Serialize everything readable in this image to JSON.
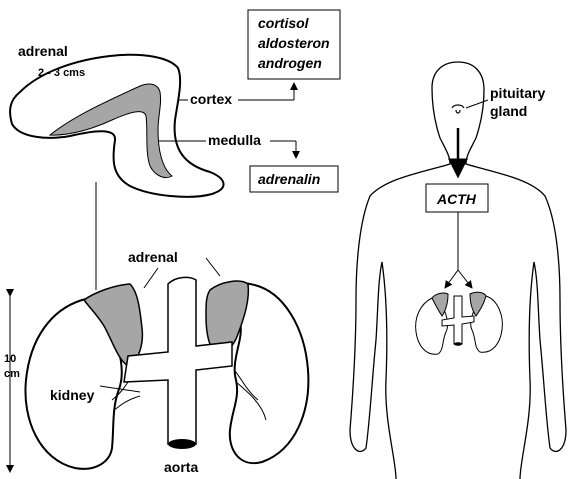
{
  "labels": {
    "adrenal_top": "adrenal",
    "size_adrenal": "2 - 3 cms",
    "cortex": "cortex",
    "medulla": "medulla",
    "adrenal_bottom": "adrenal",
    "kidney": "kidney",
    "aorta": "aorta",
    "height_value": "10",
    "height_unit": "cm",
    "pituitary_line1": "pituitary",
    "pituitary_line2": "gland"
  },
  "cortex_hormones": [
    "cortisol",
    "aldosteron",
    "androgen"
  ],
  "medulla_hormone": "adrenalin",
  "pituitary_hormone": "ACTH",
  "colors": {
    "gland_fill": "#a6a6a6",
    "outline": "#000000",
    "background": "#ffffff"
  }
}
